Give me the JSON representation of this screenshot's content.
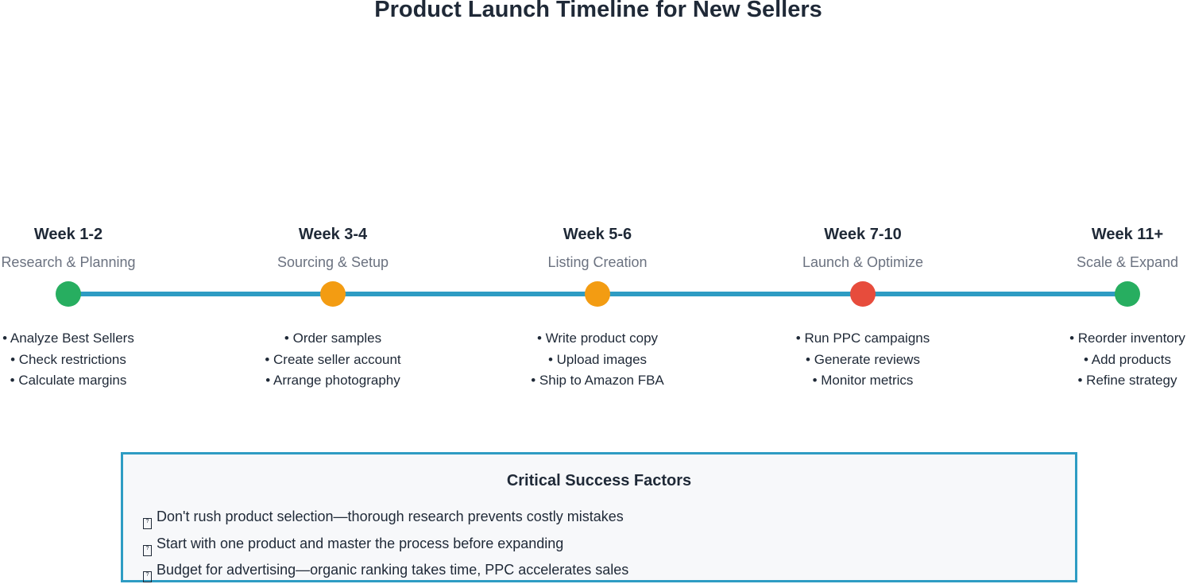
{
  "title": "Product Launch Timeline for New Sellers",
  "milestones": [
    {
      "week": "Week 1-2",
      "phase": "Research & Planning",
      "color": "#27ae60",
      "tasks": [
        "Analyze Best Sellers",
        "Check restrictions",
        "Calculate margins"
      ]
    },
    {
      "week": "Week 3-4",
      "phase": "Sourcing & Setup",
      "color": "#f39c12",
      "tasks": [
        "Order samples",
        "Create seller account",
        "Arrange photography"
      ]
    },
    {
      "week": "Week 5-6",
      "phase": "Listing Creation",
      "color": "#f39c12",
      "tasks": [
        "Write product copy",
        "Upload images",
        "Ship to Amazon FBA"
      ]
    },
    {
      "week": "Week 7-10",
      "phase": "Launch & Optimize",
      "color": "#e74c3c",
      "tasks": [
        "Run PPC campaigns",
        "Generate reviews",
        "Monitor metrics"
      ]
    },
    {
      "week": "Week 11+",
      "phase": "Scale & Expand",
      "color": "#27ae60",
      "tasks": [
        "Reorder inventory",
        "Add products",
        "Refine strategy"
      ]
    }
  ],
  "factors": {
    "title": "Critical Success Factors",
    "icon": "missing-glyph-icon",
    "items": [
      "Don't rush product selection—thorough research prevents costly mistakes",
      "Start with one product and master the process before expanding",
      "Budget for advertising—organic ranking takes time, PPC accelerates sales"
    ]
  },
  "colors": {
    "track": "#2e9cc3",
    "box_border": "#2e9cc3",
    "box_background": "#f7f8fa"
  }
}
